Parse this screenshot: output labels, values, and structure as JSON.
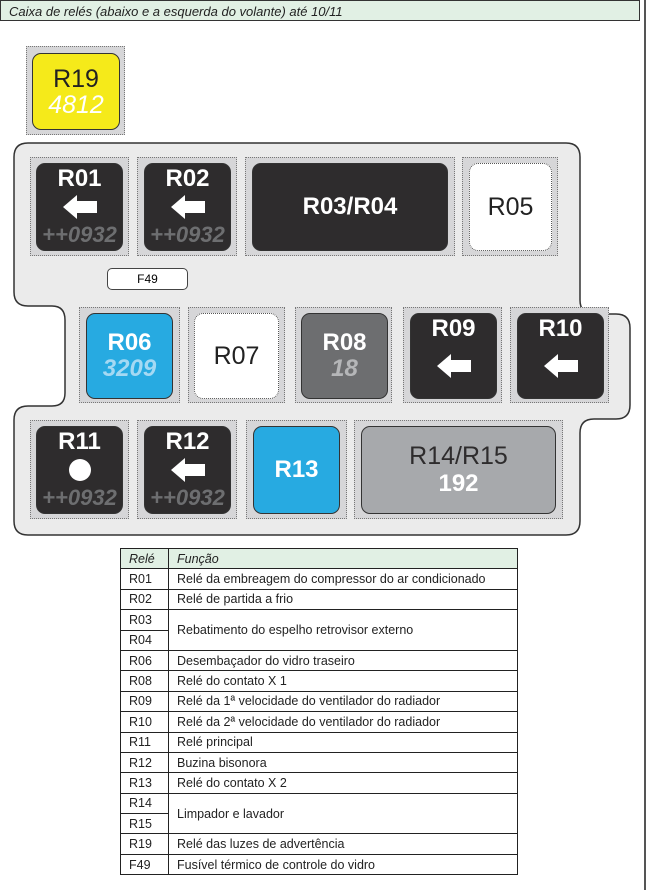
{
  "title": "Caixa de relés (abaixo e a esquerda do volante) até 10/11",
  "colors": {
    "dark": "#2e2c2d",
    "yellow": "#f5ea1a",
    "blue": "#27aae1",
    "gray_mid": "#6d6e70",
    "gray_light": "#a7a9ac",
    "white": "#ffffff",
    "panel": "#ebebeb",
    "header": "#e1f0e4"
  },
  "relays": {
    "r19": {
      "label": "R19",
      "sub": "4812"
    },
    "r01": {
      "label": "R01",
      "sub": "++0932",
      "icon": "arrow-left-icon"
    },
    "r02": {
      "label": "R02",
      "sub": "++0932",
      "icon": "arrow-left-icon"
    },
    "r0304": {
      "label": "R03/R04"
    },
    "r05": {
      "label": "R05"
    },
    "r06": {
      "label": "R06",
      "sub": "3209"
    },
    "r07": {
      "label": "R07"
    },
    "r08": {
      "label": "R08",
      "sub": "18"
    },
    "r09": {
      "label": "R09",
      "icon": "arrow-left-icon"
    },
    "r10": {
      "label": "R10",
      "icon": "arrow-left-icon"
    },
    "r11": {
      "label": "R11",
      "sub": "++0932",
      "icon": "circle-icon"
    },
    "r12": {
      "label": "R12",
      "sub": "++0932",
      "icon": "arrow-left-icon"
    },
    "r13": {
      "label": "R13"
    },
    "r1415": {
      "label": "R14/R15",
      "sub": "192"
    }
  },
  "fuse": {
    "label": "F49"
  },
  "table": {
    "headers": [
      "Relé",
      "Função"
    ],
    "rows": [
      [
        "R01",
        "Relé da embreagem do compressor do ar condicionado"
      ],
      [
        "R02",
        "Relé de partida a frio"
      ],
      [
        "R03",
        "Rebatimento do espelho retrovisor externo"
      ],
      [
        "R04",
        ""
      ],
      [
        "R06",
        "Desembaçador do vidro traseiro"
      ],
      [
        "R08",
        "Relé do contato X 1"
      ],
      [
        "R09",
        "Relé da 1ª velocidade do ventilador do radiador"
      ],
      [
        "R10",
        "Relé da 2ª velocidade do ventilador do radiador"
      ],
      [
        "R11",
        "Relé principal"
      ],
      [
        "R12",
        "Buzina bisonora"
      ],
      [
        "R13",
        "Relé do contato X 2"
      ],
      [
        "R14",
        "Limpador e lavador"
      ],
      [
        "R15",
        ""
      ],
      [
        "R19",
        "Relé das luzes de advertência"
      ],
      [
        "F49",
        "Fusível térmico de controle do vidro"
      ]
    ]
  }
}
